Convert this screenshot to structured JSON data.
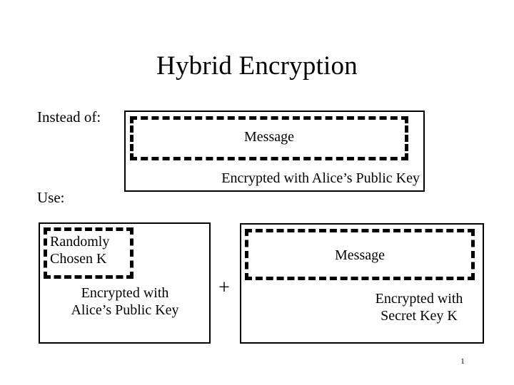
{
  "slide": {
    "title": "Hybrid Encryption",
    "page_number": "1",
    "background_color": "#ffffff",
    "ink_color": "#000000"
  },
  "sections": {
    "instead_of": {
      "label": "Instead of:",
      "inner_label": "Message",
      "caption": "Encrypted with Alice’s Public Key"
    },
    "use": {
      "label": "Use:",
      "left_box": {
        "inner_label": "Randomly\nChosen K",
        "inner_label_line1": "Randomly",
        "inner_label_line2": "Chosen K",
        "caption_line1": "Encrypted with",
        "caption_line2": "Alice’s Public Key"
      },
      "operator": "+",
      "right_box": {
        "inner_label": "Message",
        "caption_line1": "Encrypted with",
        "caption_line2": "Secret Key K"
      }
    }
  }
}
